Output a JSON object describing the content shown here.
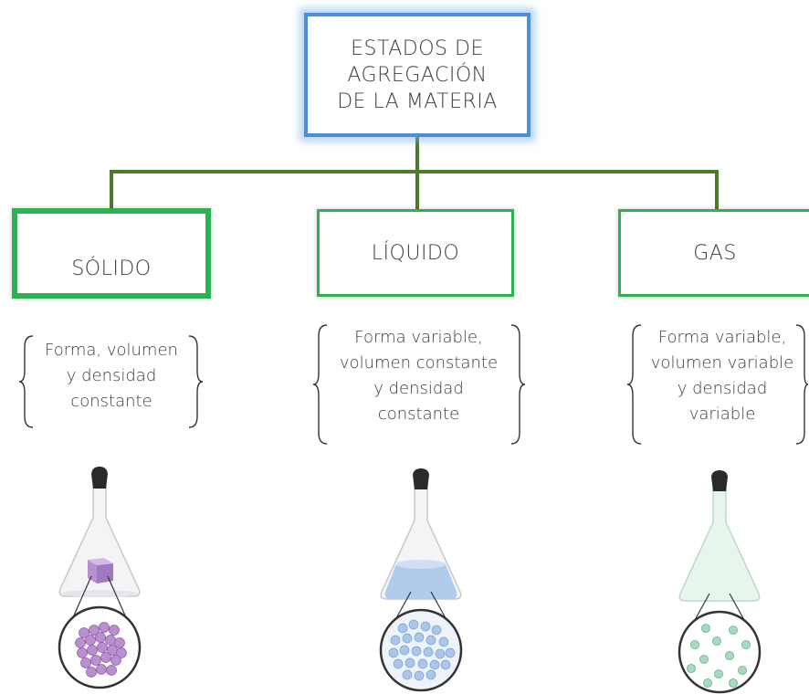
{
  "root": {
    "lines": [
      "ESTADOS DE",
      "AGREGACIÓN",
      "DE LA MATERIA"
    ]
  },
  "states": [
    {
      "name": "SÓLIDO",
      "properties": [
        "Forma, volumen",
        "y densidad",
        "constante"
      ]
    },
    {
      "name": "LÍQUIDO",
      "properties": [
        "Forma variable,",
        "volumen constante",
        "y densidad",
        "constante"
      ]
    },
    {
      "name": "GAS",
      "properties": [
        "Forma variable,",
        "volumen variable",
        "y densidad",
        "variable"
      ]
    }
  ],
  "colors": {
    "root_border": "#4a90d9",
    "state_border": "#2eb152",
    "connector": "#4f7a2a",
    "solid": "#b98fd0",
    "liquid": "#a9c7ea",
    "gas": "#a7dbbf"
  },
  "icons": [
    "flask-solid-icon",
    "flask-liquid-icon",
    "flask-gas-icon"
  ]
}
